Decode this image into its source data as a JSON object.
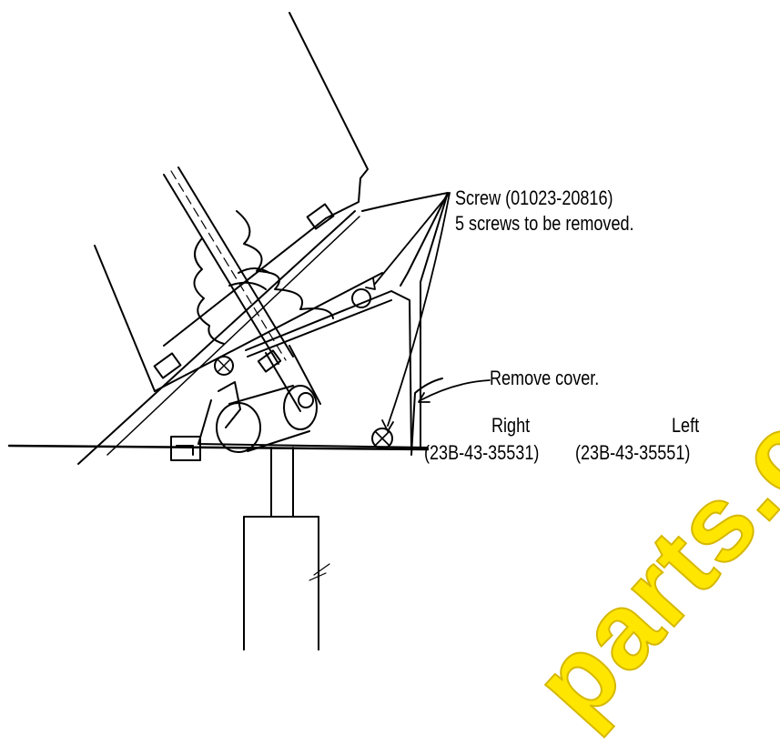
{
  "callouts": {
    "screw_part": "Screw (01023-20816)",
    "screw_note": "5 screws to be removed.",
    "remove_cover": "Remove cover.",
    "right_label": "Right",
    "right_part": "(23B-43-35531)",
    "left_label": "Left",
    "left_part": "(23B-43-35551)"
  },
  "watermark": {
    "text": "parts.com",
    "color": "#ffe600"
  }
}
